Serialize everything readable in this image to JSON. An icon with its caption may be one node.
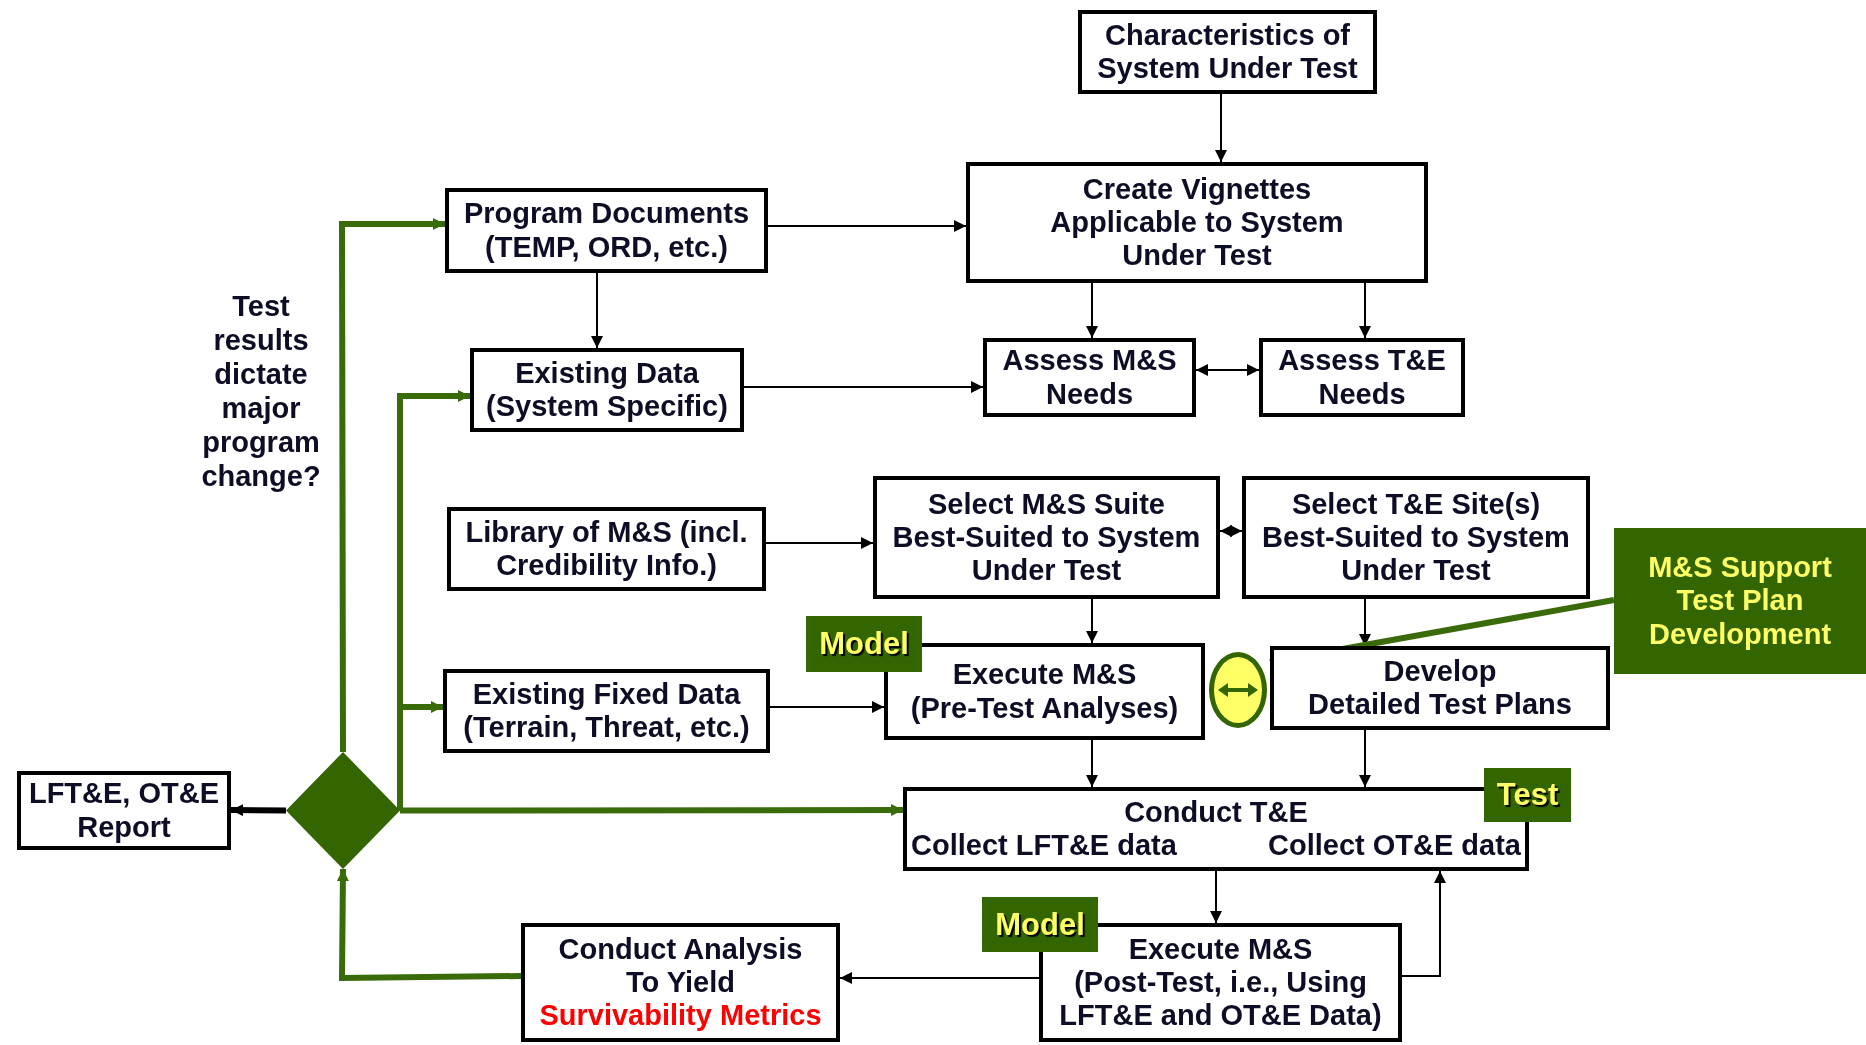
{
  "diagram": {
    "nodes": [
      {
        "text": [
          "Characteristics of System Under Test"
        ]
      },
      {
        "text": [
          "Program Documents (TEMP, ORD, etc.)"
        ]
      },
      {
        "text": [
          "Create Vignettes Applicable to System Under Test"
        ]
      },
      {
        "text": [
          "Existing Data (System Specific)"
        ]
      },
      {
        "text": [
          "Assess M&S Needs"
        ]
      },
      {
        "text": [
          "Assess T&E Needs"
        ]
      },
      {
        "text": [
          "Library of M&S (incl. Credibility Info.)"
        ]
      },
      {
        "text": [
          "Select M&S Suite Best-Suited to System Under Test"
        ]
      },
      {
        "text": [
          "Select T&E Site(s) Best-Suited to System Under Test"
        ]
      },
      {
        "text": [
          "M&S Support Test Plan Development"
        ]
      },
      {
        "text": [
          "Model"
        ]
      },
      {
        "text": [
          "Execute M&S",
          "(Pre-Test Analyses)"
        ]
      },
      {
        "text": [],
        "shape": "circle"
      },
      {
        "text": [
          "Existing Fixed Data (Terrain, Threat, etc.)"
        ]
      },
      {
        "text": [
          "Develop",
          "Detailed Test Plans"
        ]
      },
      {
        "text": [
          "LFT&E, OT&E Report"
        ]
      },
      {
        "text": [],
        "shape": "diamond"
      },
      {
        "text": [
          "Conduct T&E",
          "Collect LFT&E data",
          "Collect OT&E data"
        ]
      },
      {
        "text": [
          "Test"
        ]
      },
      {
        "text": [
          "Model"
        ]
      },
      {
        "text": [
          "Execute M&S",
          "(Post-Test, i.e., Using LFT&E and OT&E Data)"
        ]
      },
      {
        "text": [
          "Conduct Analysis To Yield",
          "Survivability Metrics"
        ]
      }
    ],
    "edges": [
      {
        "from": 0,
        "to": 2,
        "arrow": "to"
      },
      {
        "from": 1,
        "to": 2,
        "arrow": "to"
      },
      {
        "from": 1,
        "to": 3,
        "arrow": "to"
      },
      {
        "from": 2,
        "to": 4,
        "arrow": "to"
      },
      {
        "from": 2,
        "to": 5,
        "arrow": "to"
      },
      {
        "from": 3,
        "to": 4,
        "arrow": "to"
      },
      {
        "from": 4,
        "to": 5,
        "arrow": "both"
      },
      {
        "from": 6,
        "to": 7,
        "arrow": "to"
      },
      {
        "from": 7,
        "to": 8,
        "arrow": "both"
      },
      {
        "from": 7,
        "to": 11,
        "arrow": "to"
      },
      {
        "from": 8,
        "to": 14,
        "arrow": "to"
      },
      {
        "from": 13,
        "to": 11,
        "arrow": "to"
      },
      {
        "from": 9,
        "to": 14,
        "arrow": "to",
        "style": "thick",
        "color": "#3a6b0a"
      },
      {
        "from": 11,
        "to": 17,
        "arrow": "to"
      },
      {
        "from": 14,
        "to": 17,
        "arrow": "to"
      },
      {
        "from": 17,
        "to": 20,
        "arrow": "to"
      },
      {
        "from": 20,
        "to": 17,
        "arrow": "to"
      },
      {
        "from": 20,
        "to": 21,
        "arrow": "to"
      },
      {
        "from": 21,
        "to": 16,
        "arrow": "to",
        "style": "thick",
        "color": "#3a6b0a"
      },
      {
        "from": 16,
        "to": 15,
        "arrow": "to",
        "style": "thick"
      },
      {
        "from": 16,
        "to": 1,
        "arrow": "to",
        "style": "thick",
        "color": "#3a6b0a"
      },
      {
        "from": 16,
        "to": 3,
        "arrow": "to",
        "style": "thick",
        "color": "#3a6b0a"
      },
      {
        "from": 16,
        "to": 13,
        "arrow": "to",
        "style": "thick",
        "color": "#3a6b0a"
      },
      {
        "from": 16,
        "to": 17,
        "arrow": "to",
        "style": "thick",
        "color": "#3a6b0a"
      }
    ],
    "labels": [
      "Test results dictate major program change?"
    ]
  }
}
